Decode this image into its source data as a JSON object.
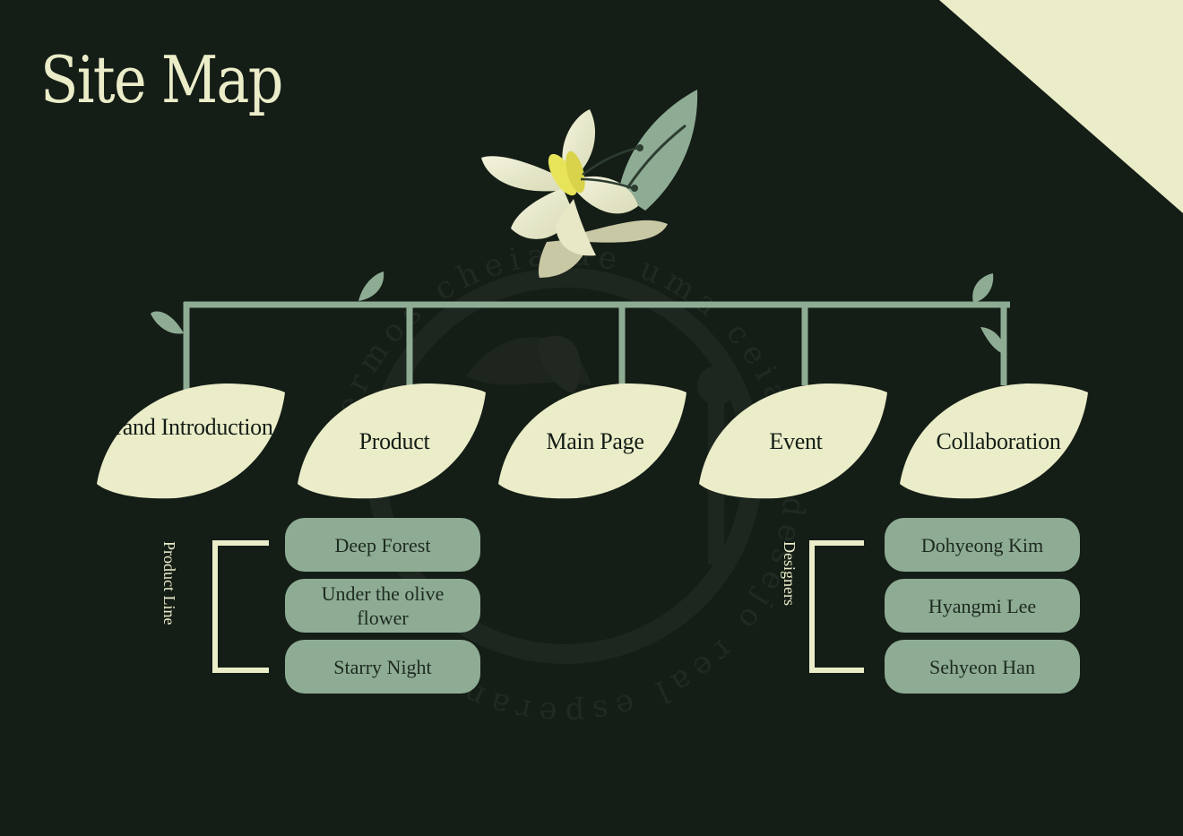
{
  "title": "Site Map",
  "watermark_text": "fazermos cheia de uma ceia de desejo real esperança",
  "colors": {
    "background": "#141d16",
    "cream": "#ebedc9",
    "sage": "#8eac94",
    "accent_yellow": "#e8e45a"
  },
  "nodes": [
    {
      "label": "Brand Introduction"
    },
    {
      "label": "Product"
    },
    {
      "label": "Main Page"
    },
    {
      "label": "Event"
    },
    {
      "label": "Collaboration"
    }
  ],
  "product_group": {
    "label": "Product Line",
    "items": [
      "Deep Forest",
      "Under the olive flower",
      "Starry Night"
    ]
  },
  "collab_group": {
    "label": "Designers",
    "items": [
      "Dohyeong Kim",
      "Hyangmi Lee",
      "Sehyeon Han"
    ]
  }
}
